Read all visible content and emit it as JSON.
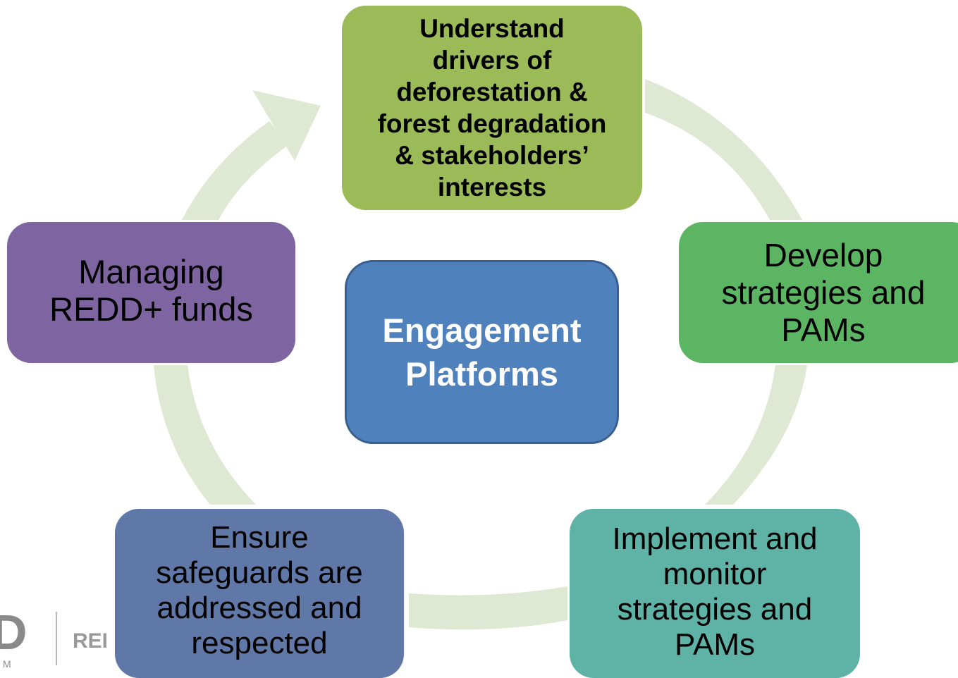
{
  "nodes": {
    "top": {
      "lines": [
        "Understand",
        "drivers of",
        "deforestation &",
        "forest degradation",
        "& stakeholders’",
        "interests"
      ],
      "color": "#9bbb59"
    },
    "right": {
      "lines": [
        "Develop",
        "strategies and",
        "PAMs"
      ],
      "color": "#5cb562"
    },
    "bottom_right": {
      "lines": [
        "Implement and",
        "monitor",
        "strategies and",
        "PAMs"
      ],
      "color": "#5eb2a6"
    },
    "bottom_left": {
      "lines": [
        "Ensure",
        "safeguards are",
        "addressed and",
        "respected"
      ],
      "color": "#6078a8"
    },
    "left": {
      "lines": [
        "Managing",
        "REDD+ funds"
      ],
      "color": "#7e64a0"
    },
    "center": {
      "lines": [
        "Engagement",
        "Platforms"
      ],
      "color": "#4f81bd"
    }
  },
  "ring_color": "#dfe8d2",
  "logo": {
    "left_glyph": "D",
    "left_sub": "M E",
    "right_text": "REI"
  }
}
